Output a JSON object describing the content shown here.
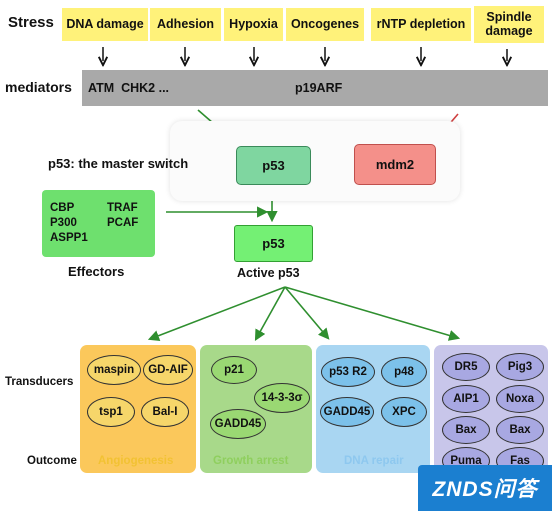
{
  "stress": {
    "label": "Stress",
    "items": [
      "DNA damage",
      "Adhesion",
      "Hypoxia",
      "Oncogenes",
      "rNTP depletion",
      "Spindle damage"
    ]
  },
  "mediators": {
    "label": "mediators",
    "left_text": "ATM  CHK2 ...",
    "right_text": "p19ARF"
  },
  "switch": {
    "label": "p53: the master switch",
    "p53": "p53",
    "mdm2": "mdm2"
  },
  "effectors": {
    "label": "Effectors",
    "items": [
      "CBP",
      "TRAF",
      "P300",
      "PCAF",
      "ASPP1"
    ]
  },
  "active": {
    "box": "p53",
    "label": "Active p53"
  },
  "transducers": {
    "label": "Transducers",
    "angiogenesis": [
      "maspin",
      "GD-AIF",
      "tsp1",
      "Bal-I"
    ],
    "growth_arrest": [
      "p21",
      "14-3-3σ",
      "GADD45"
    ],
    "dna_repair": [
      "p53 R2",
      "p48",
      "GADD45",
      "XPC"
    ],
    "apoptosis": [
      "DR5",
      "Pig3",
      "AIP1",
      "Noxa",
      "Bax",
      "Bax",
      "Puma",
      "Fas"
    ]
  },
  "outcome": {
    "label": "Outcome",
    "items": [
      "Angiogenesis",
      "Growth arrest",
      "DNA repair"
    ]
  },
  "watermark": "ZNDS问答",
  "colors": {
    "stress_box": "#fff27a",
    "mediator_bar": "#a9a9a9",
    "p53": "#7fd6a0",
    "mdm2": "#f4908a",
    "effectors": "#6ee06e",
    "active_p53": "#74f074",
    "arrow_green": "#2f8f2f",
    "inhibit_red": "#d04040",
    "angiogenesis_panel": "#fbc85b",
    "growth_arrest_panel": "#a8d98a",
    "dna_repair_panel": "#a9d6f2",
    "apoptosis_panel": "#c8c6ea",
    "angiogenesis_text": "#f2c233",
    "growth_arrest_text": "#8fcf5e",
    "dna_repair_text": "#8ec8ef"
  }
}
